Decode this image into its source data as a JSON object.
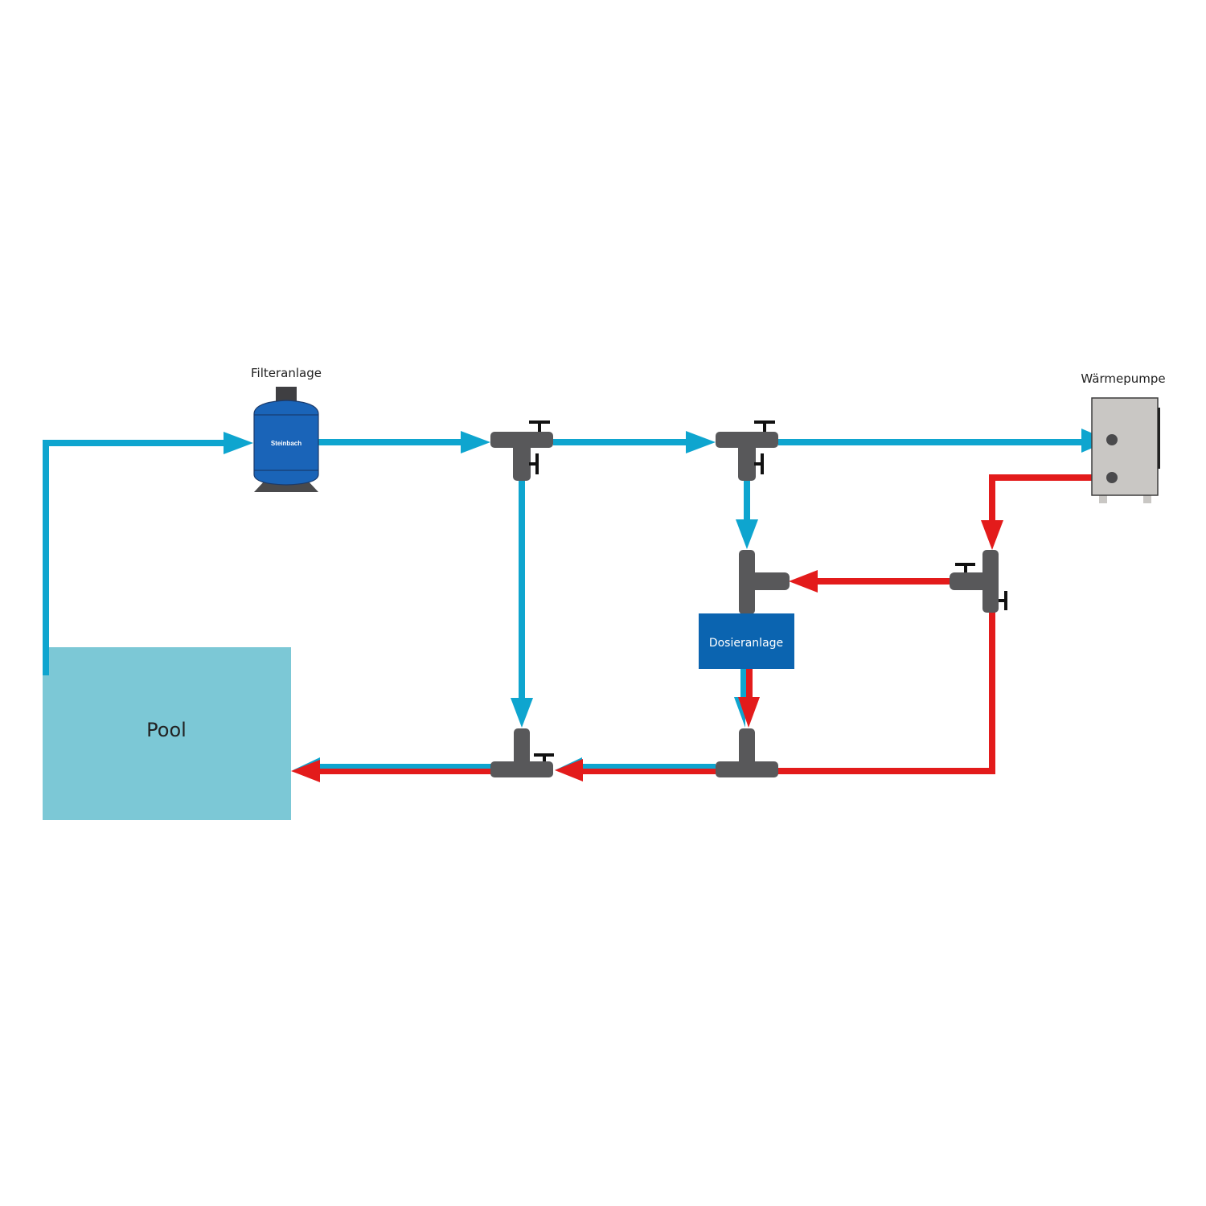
{
  "diagram": {
    "title": "Pool heat pump plumbing with bypass and dosing system",
    "colors": {
      "cold_water": "#0ea5cf",
      "warm_water": "#e31b1b",
      "fitting": "#58585a",
      "handle": "#111111",
      "pool": "#7cc8d6",
      "filter_tank": "#1a64b8",
      "dosing_unit": "#0b64b0",
      "heat_pump": "#c9c7c4",
      "background": "#ffffff"
    },
    "components": {
      "pool": {
        "label": "Pool"
      },
      "filter": {
        "label": "Filteranlage",
        "brand": "Steinbach"
      },
      "heat_pump": {
        "label": "Wärmepumpe"
      },
      "dosing": {
        "label": "Dosieranlage"
      }
    },
    "valves": [
      {
        "id": "valve-bypass-inlet",
        "type": "tee-valve"
      },
      {
        "id": "valve-heatpump-inlet",
        "type": "tee-valve"
      },
      {
        "id": "valve-heatpump-return",
        "type": "tee-valve"
      },
      {
        "id": "valve-bypass-return",
        "type": "tee-valve"
      },
      {
        "id": "tee-dosing-inlet",
        "type": "tee"
      },
      {
        "id": "tee-dosing-outlet",
        "type": "tee"
      }
    ],
    "flows": [
      {
        "from": "Pool",
        "to": "Filteranlage",
        "medium": "cold"
      },
      {
        "from": "Filteranlage",
        "to": "Wärmepumpe",
        "medium": "cold"
      },
      {
        "from": "Wärmepumpe",
        "to": "Dosieranlage",
        "medium": "warm"
      },
      {
        "from": "Bypass",
        "to": "Pool",
        "medium": "cold"
      },
      {
        "from": "Dosieranlage",
        "to": "Pool",
        "medium": "mixed"
      }
    ]
  }
}
